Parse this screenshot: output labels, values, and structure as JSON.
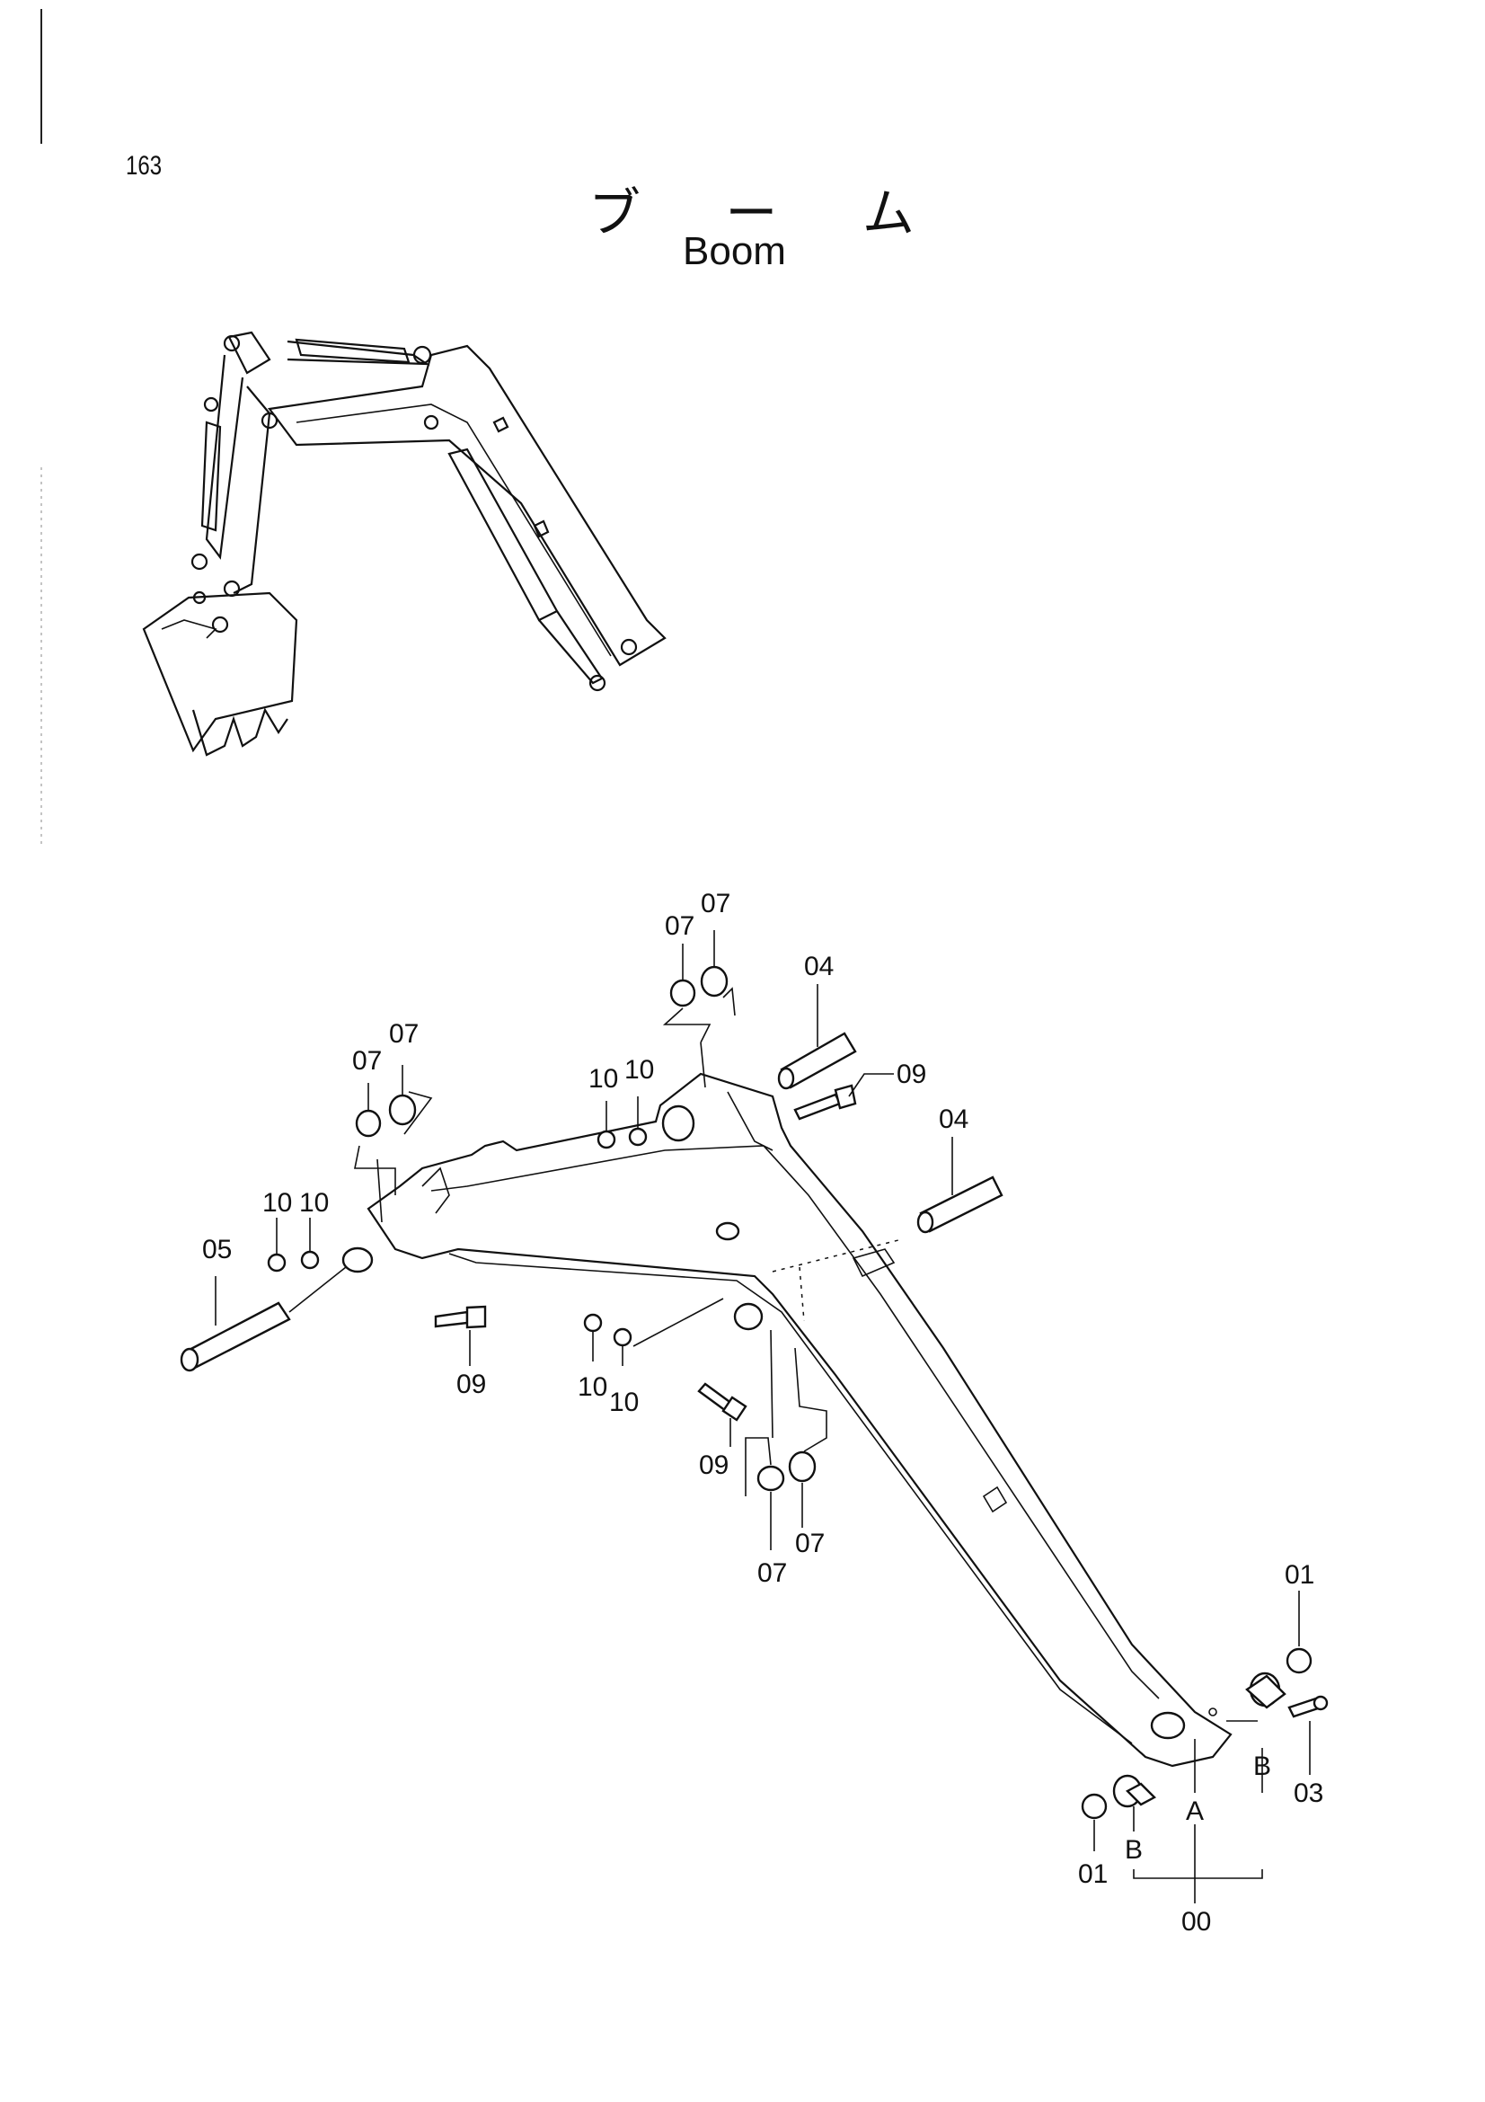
{
  "page": {
    "number": "163"
  },
  "title": {
    "japanese": "ブ ー ム",
    "english": "Boom"
  },
  "callouts": {
    "c00": "00",
    "c01a": "01",
    "c01b": "01",
    "c03": "03",
    "c04a": "04",
    "c04b": "04",
    "c05": "05",
    "c07a": "07",
    "c07b": "07",
    "c07c": "07",
    "c07d": "07",
    "c07e": "07",
    "c07f": "07",
    "c09a": "09",
    "c09b": "09",
    "c09c": "09",
    "c10a": "10",
    "c10b": "10",
    "c10c": "10",
    "c10d": "10",
    "c10e": "10",
    "c10f": "10",
    "cA": "A",
    "cB1": "B",
    "cB2": "B"
  }
}
